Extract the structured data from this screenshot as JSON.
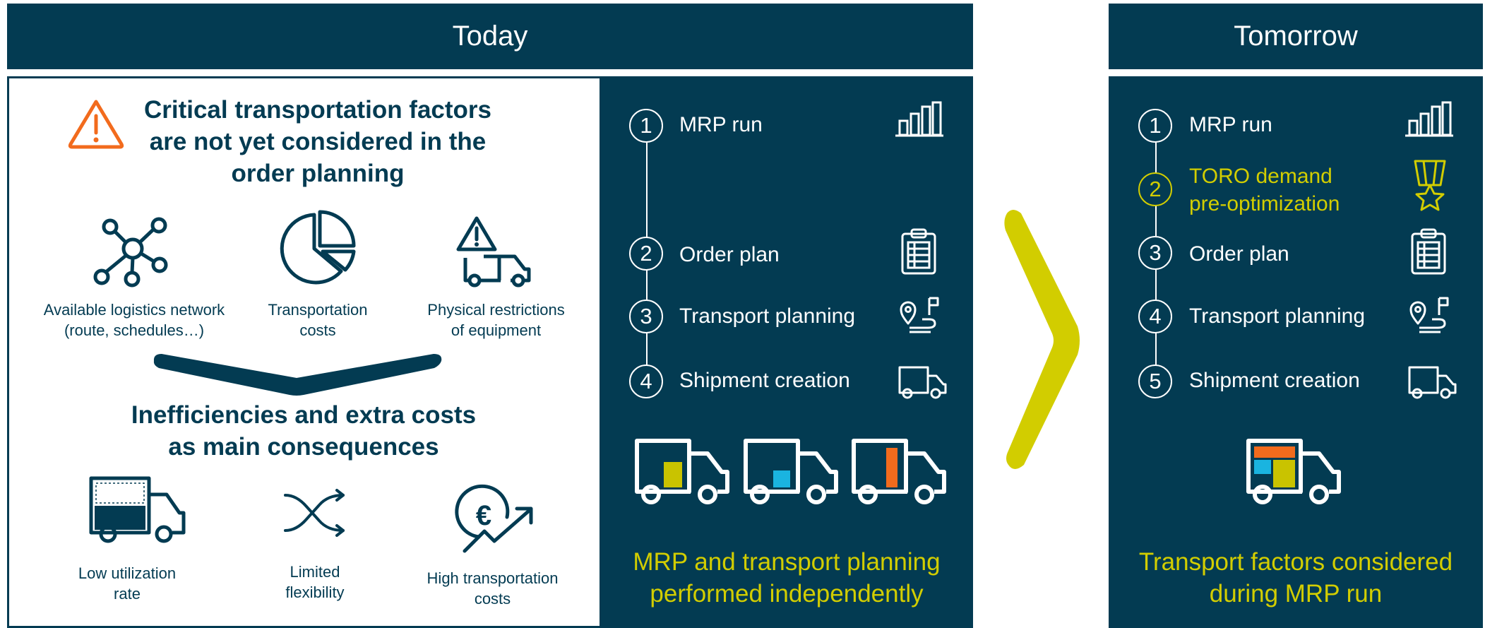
{
  "today": {
    "header": "Today",
    "title_lines": [
      "Critical transportation factors",
      "are not yet considered in the",
      "order planning"
    ],
    "factors": [
      {
        "lines": [
          "Available logistics network",
          "(route, schedules…)"
        ],
        "icon": "network-icon"
      },
      {
        "lines": [
          "Transportation",
          "costs"
        ],
        "icon": "pie-chart-icon"
      },
      {
        "lines": [
          "Physical restrictions",
          "of equipment"
        ],
        "icon": "truck-warning-icon"
      }
    ],
    "consequence_title_lines": [
      "Inefficiencies and extra costs",
      "as main consequences"
    ],
    "consequences": [
      {
        "lines": [
          "Low utilization",
          "rate"
        ],
        "icon": "half-loaded-truck-icon"
      },
      {
        "lines": [
          "Limited",
          "flexibility"
        ],
        "icon": "shuffle-arrows-icon"
      },
      {
        "lines": [
          "High transportation",
          "costs"
        ],
        "icon": "euro-rising-cost-icon"
      }
    ],
    "steps": [
      {
        "num": "1",
        "label": "MRP run",
        "icon": "bar-chart-icon"
      },
      {
        "num": "2",
        "label": "Order plan",
        "icon": "clipboard-icon"
      },
      {
        "num": "3",
        "label": "Transport planning",
        "icon": "route-pin-icon"
      },
      {
        "num": "4",
        "label": "Shipment creation",
        "icon": "truck-icon"
      }
    ],
    "conclusion_lines": [
      "MRP and transport planning",
      "performed independently"
    ]
  },
  "tomorrow": {
    "header": "Tomorrow",
    "steps": [
      {
        "num": "1",
        "label": "MRP run",
        "icon": "bar-chart-icon"
      },
      {
        "num": "2",
        "label_lines": [
          "TORO demand",
          "pre-optimization"
        ],
        "icon": "medal-icon",
        "highlight": true
      },
      {
        "num": "3",
        "label": "Order plan",
        "icon": "clipboard-icon"
      },
      {
        "num": "4",
        "label": "Transport planning",
        "icon": "route-pin-icon"
      },
      {
        "num": "5",
        "label": "Shipment creation",
        "icon": "truck-icon"
      }
    ],
    "conclusion_lines": [
      "Transport factors considered",
      "during MRP run"
    ]
  },
  "colors": {
    "navy": "#033b52",
    "yellow": "#d2cd00",
    "orange": "#f26b1d",
    "cyan": "#1ab4e0",
    "olive": "#c9c300",
    "white": "#ffffff"
  }
}
